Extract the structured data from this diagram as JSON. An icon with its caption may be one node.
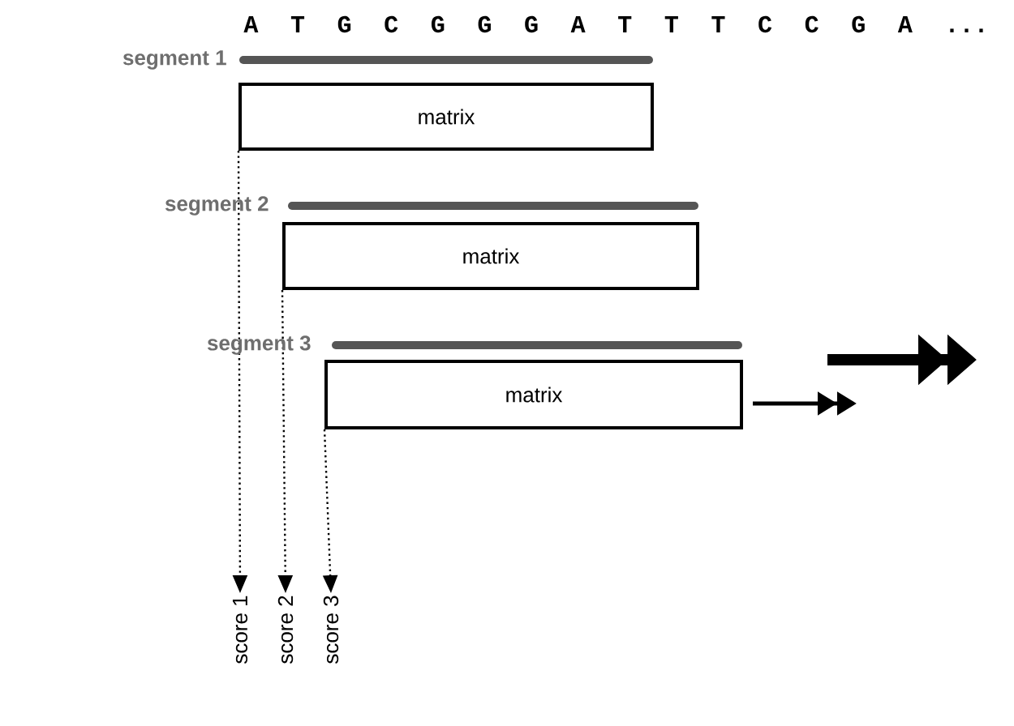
{
  "diagram": {
    "nodes": [
      {
        "text": [
          "matrix"
        ]
      },
      {
        "text": [
          "matrix"
        ]
      },
      {
        "text": [
          "matrix"
        ]
      },
      {
        "text": [
          "score 1"
        ]
      },
      {
        "text": [
          "score 2"
        ]
      },
      {
        "text": [
          "score 3"
        ]
      }
    ],
    "edges": [
      {
        "from": 0,
        "to": 3,
        "arrow": "to",
        "style": "dashed"
      },
      {
        "from": 1,
        "to": 4,
        "arrow": "to",
        "style": "dashed"
      },
      {
        "from": 2,
        "to": 5,
        "arrow": "to",
        "style": "dashed"
      }
    ],
    "labels": [
      "A T G C G G G A T T T C C G A ...",
      "segment 1",
      "segment 2",
      "segment 3"
    ]
  }
}
